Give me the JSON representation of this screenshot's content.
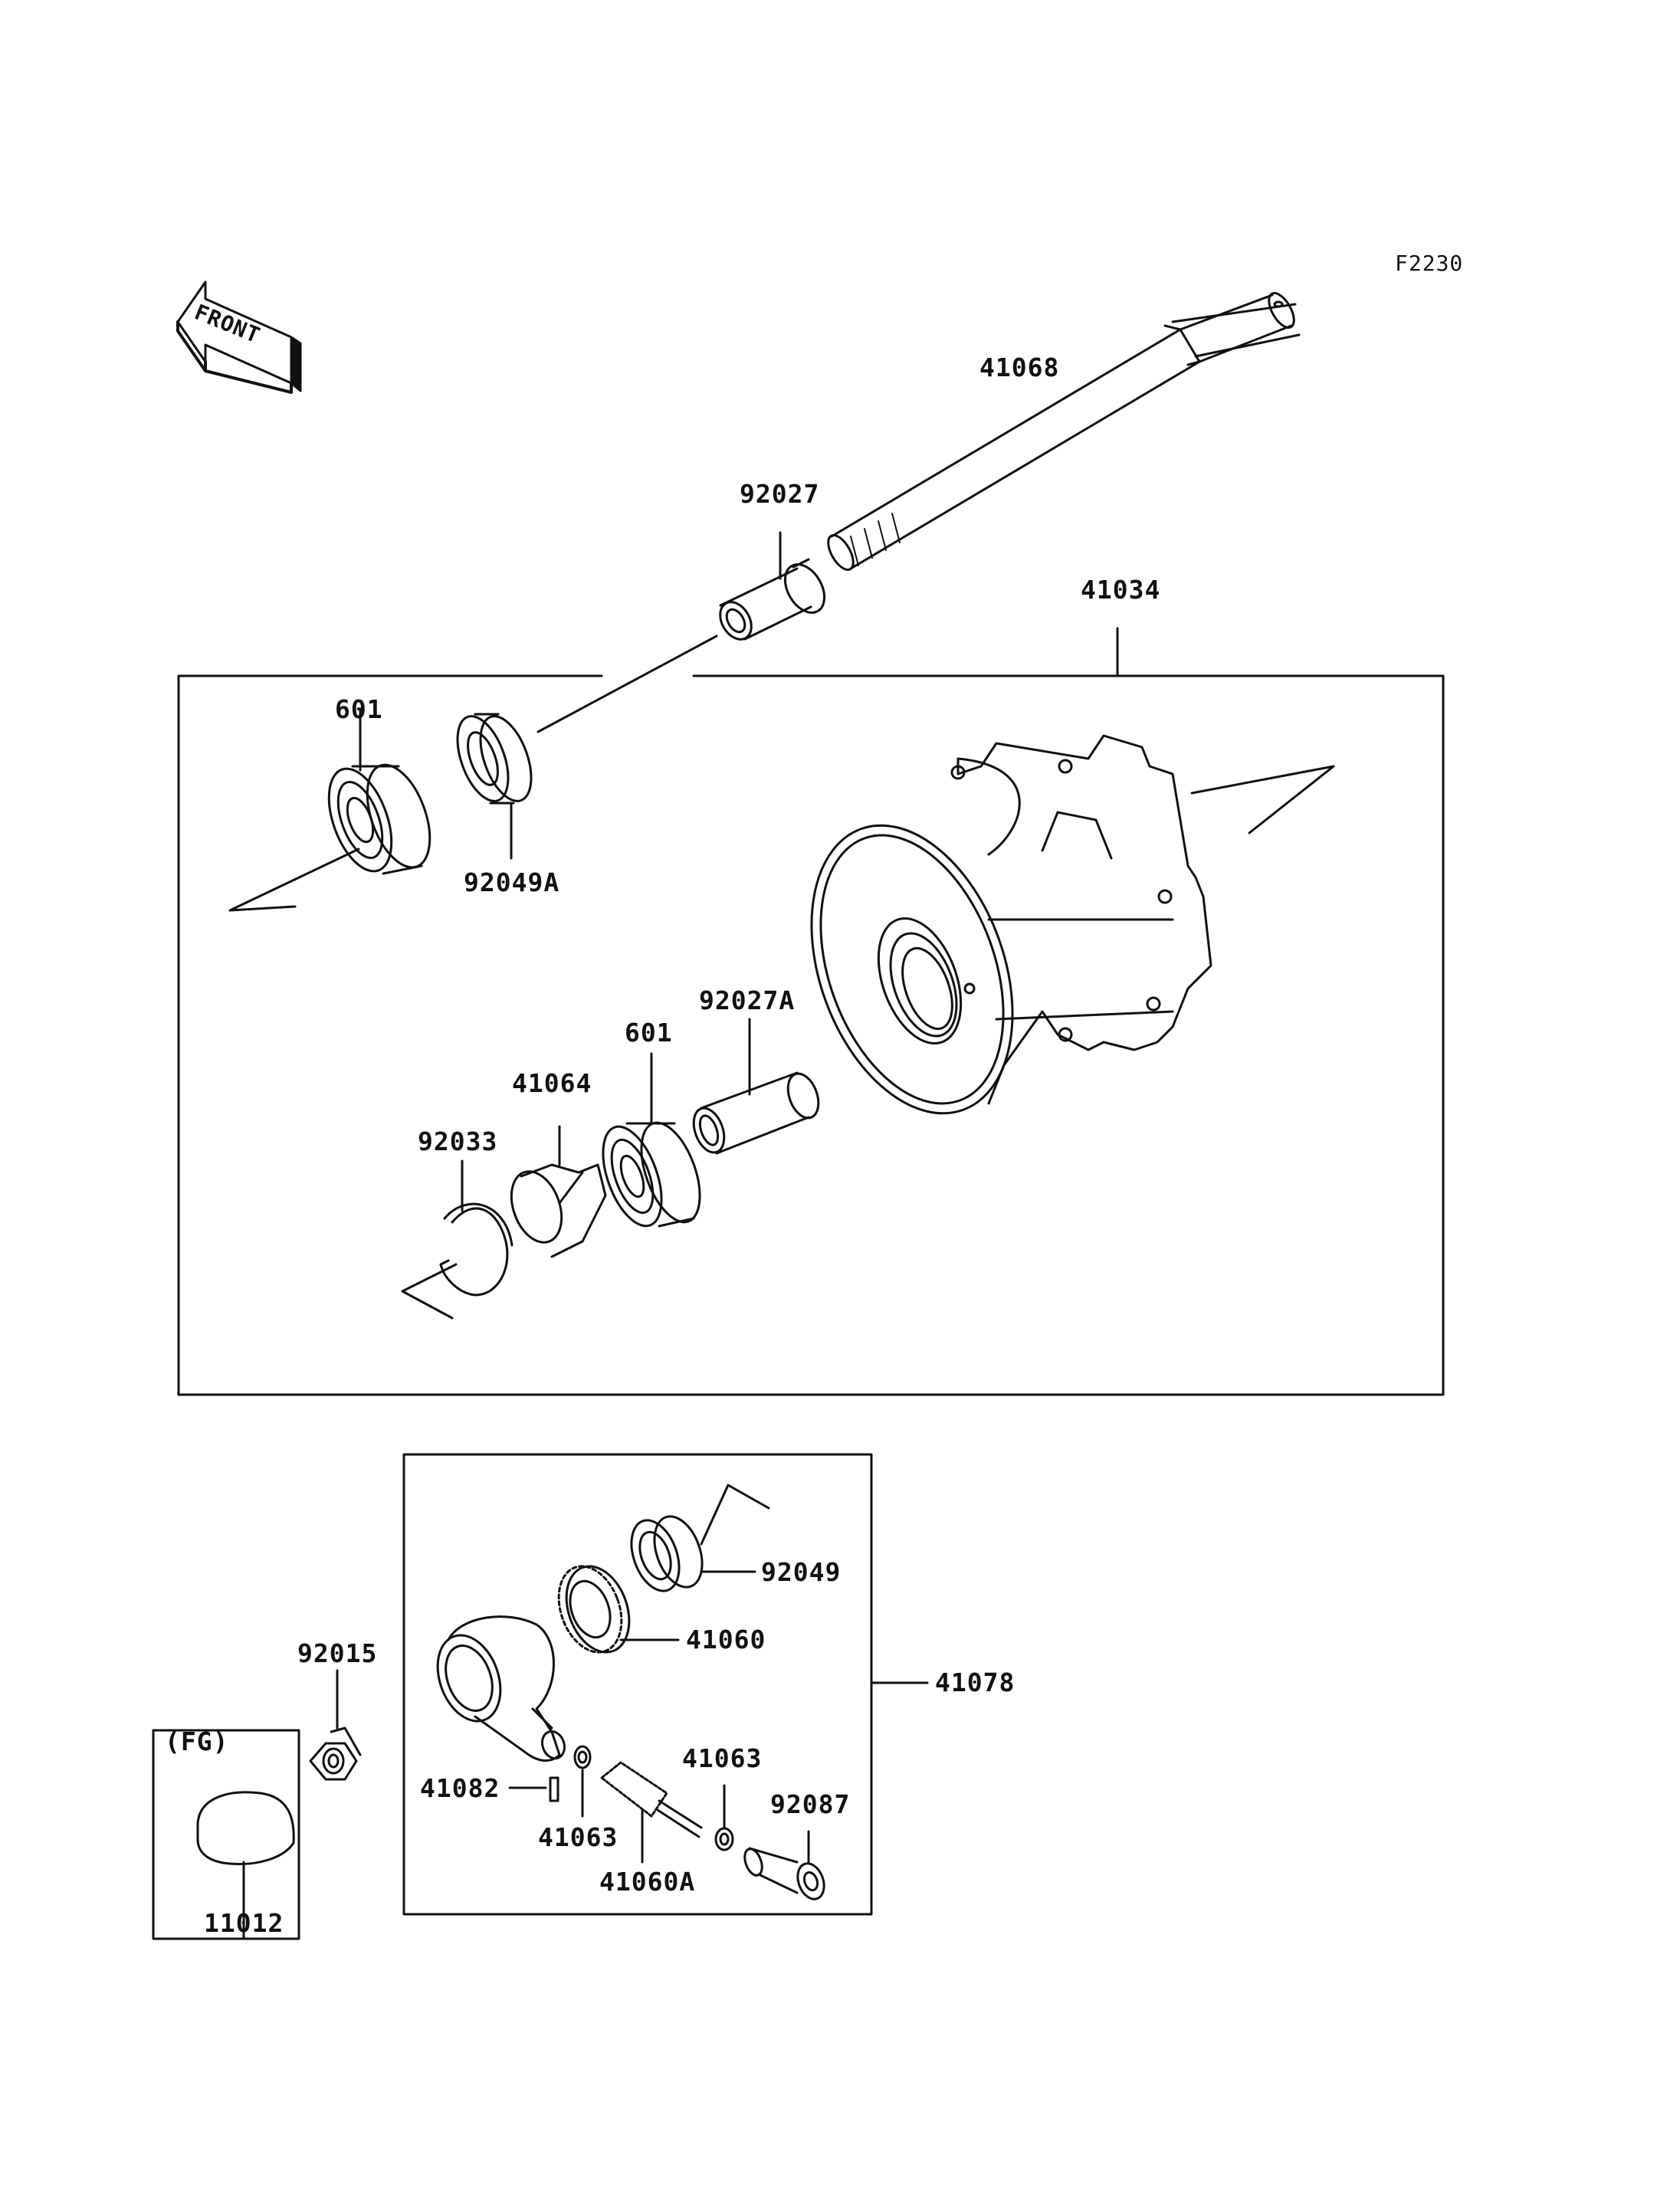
{
  "diagram": {
    "figure_code": "F2230",
    "front_badge": "FRONT",
    "fg_label": "(FG)"
  },
  "parts": {
    "axle": "41068",
    "collar_outer": "92027",
    "hub": "41034",
    "bearing_left": "601",
    "seal_left": "92049A",
    "collar_inner": "92027A",
    "bearing_right": "601",
    "speedo_drive": "41064",
    "circlip": "92033",
    "seal_gear": "92049",
    "gear": "41060",
    "gearbox_assy": "41078",
    "nut": "92015",
    "pin": "41082",
    "washer_a": "41063",
    "washer_b": "41063",
    "pinion": "41060A",
    "bushing": "92087",
    "cap": "11012"
  },
  "colors": {
    "line": "#111111",
    "background": "#ffffff"
  }
}
